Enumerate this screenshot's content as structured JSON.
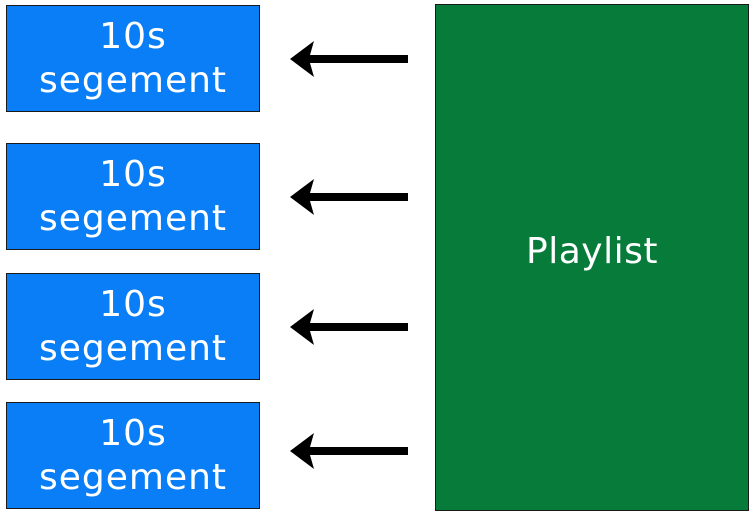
{
  "diagram": {
    "segments": [
      {
        "line1": "10s",
        "line2": "segement"
      },
      {
        "line1": "10s",
        "line2": "segement"
      },
      {
        "line1": "10s",
        "line2": "segement"
      },
      {
        "line1": "10s",
        "line2": "segement"
      }
    ],
    "playlist_label": "Playlist",
    "colors": {
      "segment": "#0a7ef7",
      "playlist": "#077c3a",
      "arrow": "#000000"
    }
  }
}
